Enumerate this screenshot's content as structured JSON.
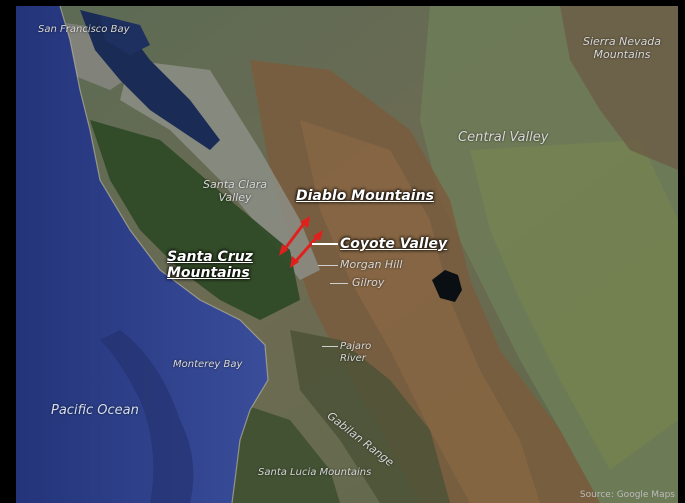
{
  "labels": {
    "san_francisco_bay": "San Francisco Bay",
    "sierra_nevada_1": "Sierra Nevada",
    "sierra_nevada_2": "Mountains",
    "central_valley": "Central Valley",
    "santa_clara_1": "Santa Clara",
    "santa_clara_2": "Valley",
    "diablo_mountains": "Diablo Mountains",
    "coyote_valley": "Coyote Valley",
    "santa_cruz_1": "Santa Cruz",
    "santa_cruz_2": "Mountains",
    "morgan_hill": "Morgan Hill",
    "gilroy": "Gilroy",
    "monterey_bay": "Monterey Bay",
    "pajaro_1": "Pajaro",
    "pajaro_2": "River",
    "pacific_ocean": "Pacific Ocean",
    "gabilan_range": "Gabilan Range",
    "santa_lucia_mountains": "Santa Lucia Mountains",
    "source": "Source: Google Maps"
  },
  "colors": {
    "ocean": "#2e3f88",
    "bay": "#1a2c55",
    "arrow": "#e0201c"
  }
}
